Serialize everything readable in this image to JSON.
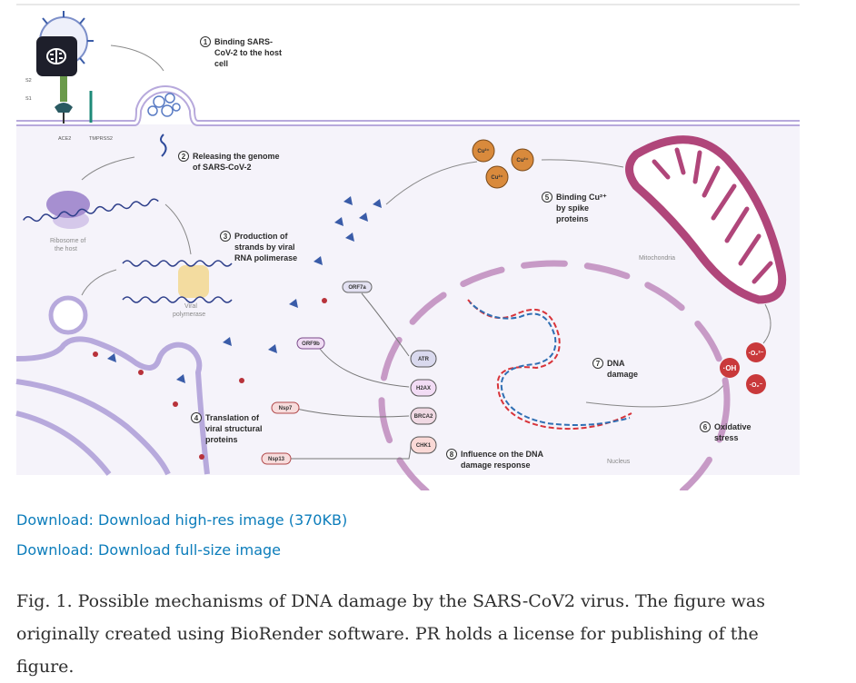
{
  "figure": {
    "app_icon": "brain-icon",
    "labels": {
      "s2": "S2",
      "s1": "S1",
      "ace2": "ACE2",
      "tmprss2": "TMPRSS2",
      "ribosome": [
        "Ribosome of",
        "the host"
      ],
      "polymerase": [
        "Viral",
        "polymerase"
      ],
      "mitochondria": "Mitochondria",
      "nucleus": "Nucleus",
      "cu": "Cu²⁺",
      "oh": "·OH",
      "o2_2": "·O₂²⁻",
      "o2": "·O₂⁻"
    },
    "steps": [
      {
        "num": "1",
        "lines": [
          "Binding SARS-",
          "CoV-2 to the host",
          "cell"
        ]
      },
      {
        "num": "2",
        "lines": [
          "Releasing the genome",
          "of SARS-CoV-2"
        ]
      },
      {
        "num": "3",
        "lines": [
          "Production of",
          "strands by viral",
          "RNA polimerase"
        ]
      },
      {
        "num": "4",
        "lines": [
          "Translation of",
          "viral structural",
          "proteins"
        ]
      },
      {
        "num": "5",
        "lines": [
          "Binding Cu²⁺",
          "by spike",
          "proteins"
        ]
      },
      {
        "num": "6",
        "lines": [
          "Oxidative",
          "stress"
        ]
      },
      {
        "num": "7",
        "lines": [
          "DNA",
          "damage"
        ]
      },
      {
        "num": "8",
        "lines": [
          "Influence on the DNA",
          "damage response"
        ]
      }
    ],
    "viral_proteins": [
      "ORF7a",
      "ORF9b",
      "Nsp7",
      "Nsp13"
    ],
    "host_targets": [
      "ATR",
      "H2AX",
      "BRCA2",
      "CHK1"
    ],
    "colors": {
      "membrane": "#b7a9dc",
      "mitochondria": "#b0467a",
      "copper": "#d98a3c",
      "ros": "#c9393b",
      "nucleus": "#c79ac6",
      "dna_red": "#d8343a",
      "dna_blue": "#2f6fb3",
      "spike": "#3a5ca8"
    }
  },
  "links": {
    "highres": "Download: Download high-res image (370KB)",
    "fullsize": "Download: Download full-size image"
  },
  "caption": "Fig. 1. Possible mechanisms of DNA damage by the SARS-CoV2 virus. The figure was originally created using BioRender software. PR holds a license for publishing of the figure."
}
